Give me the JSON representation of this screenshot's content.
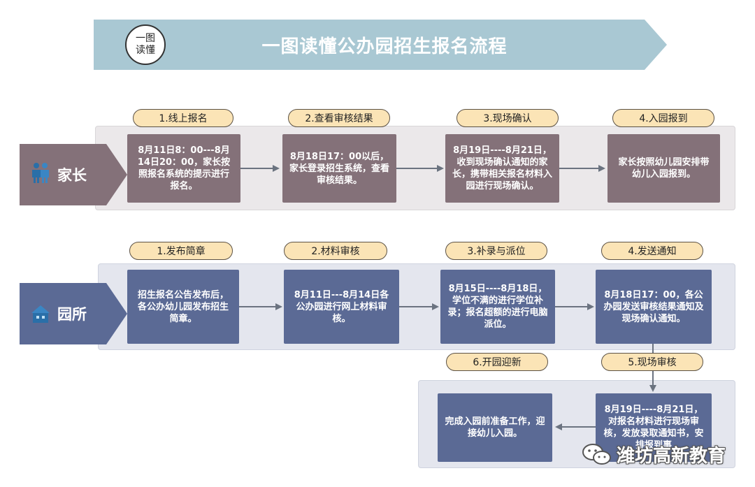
{
  "header": {
    "badge_line1": "一图",
    "badge_line2": "读懂",
    "title": "一图读懂公办园招生报名流程"
  },
  "lanes": {
    "parents": {
      "label": "家长",
      "icon": "people-icon",
      "steps": [
        {
          "tag": "1.线上报名",
          "text": "8月11日8：00---8月14日20：00，家长按照报名系统的提示进行报名。"
        },
        {
          "tag": "2.查看审核结果",
          "text": "8月18日17：00以后，家长登录招生系统，查看审核结果。"
        },
        {
          "tag": "3.现场确认",
          "text": "8月19日----8月21日，收到现场确认通知的家长，携带相关报名材料入园进行现场确认。"
        },
        {
          "tag": "4.入园报到",
          "text": "家长按照幼儿园安排带幼儿入园报到。"
        }
      ]
    },
    "kindergarten": {
      "label": "园所",
      "icon": "building-icon",
      "steps": [
        {
          "tag": "1.发布简章",
          "text": "招生报名公告发布后，各公办幼儿园发布招生简章。"
        },
        {
          "tag": "2.材料审核",
          "text": "8月11日---8月14日各公办园进行网上材料审核。"
        },
        {
          "tag": "3.补录与派位",
          "text": "8月15日----8月18日，学位不满的进行学位补录；报名超额的进行电脑派位。"
        },
        {
          "tag": "4.发送通知",
          "text": "8月18日17：00，各公办园发送审核结果通知及现场确认通知。"
        },
        {
          "tag": "5.现场审核",
          "text": "8月19日----8月21日，对报名材料进行现场审核，发放录取通知书，安排报到事"
        },
        {
          "tag": "6.开园迎新",
          "text": "完成入园前准备工作，迎接幼儿入园。"
        }
      ]
    }
  },
  "watermark": {
    "text": "潍坊高新教育",
    "icon": "wechat-icon"
  },
  "colors": {
    "banner": "#a9c8d3",
    "parents": "#847179",
    "kindergarten": "#5b6a95",
    "tag_fill": "#fbe4b6",
    "arrow": "#6b7380"
  }
}
